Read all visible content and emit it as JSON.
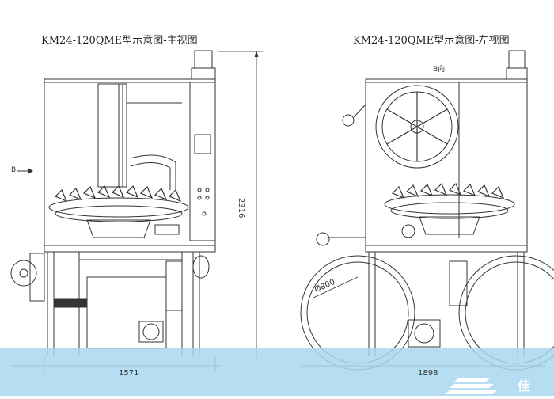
{
  "titles": {
    "front": "KM24-120QME型示意图-主视图",
    "left": "KM24-120QME型示意图-左视图"
  },
  "dimensions": {
    "front_height": "2316",
    "front_width": "1571",
    "left_width": "1898",
    "drum_diameter": "Ø800"
  },
  "view_labels": {
    "direction_arrow": "B",
    "left_view_note": "B向"
  },
  "brand": {
    "text": "佳",
    "band_color": "#9fd3ee"
  },
  "colors": {
    "line": "#333333",
    "floor": "#a8d8f0"
  }
}
